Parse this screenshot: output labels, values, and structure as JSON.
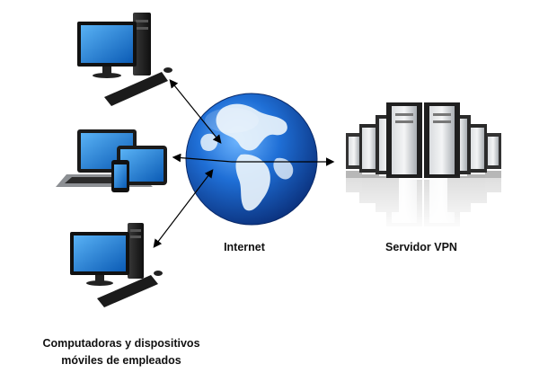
{
  "labels": {
    "internet": "Internet",
    "vpn_server": "Servidor VPN",
    "devices_line1": "Computadoras y dispositivos",
    "devices_line2": "móviles de empleados"
  },
  "colors": {
    "ocean": "#1f6fd6",
    "land": "#e9f3fb",
    "screen": "#1c7fd8",
    "hardware": "#1d1d1d",
    "server_body": "#2a2a2a",
    "server_panel": "#bfc3c7",
    "arrow": "#000000"
  },
  "icons": [
    "desktop-computer-icon",
    "laptop-tablet-phone-icon",
    "globe-icon",
    "server-rack-icon"
  ]
}
